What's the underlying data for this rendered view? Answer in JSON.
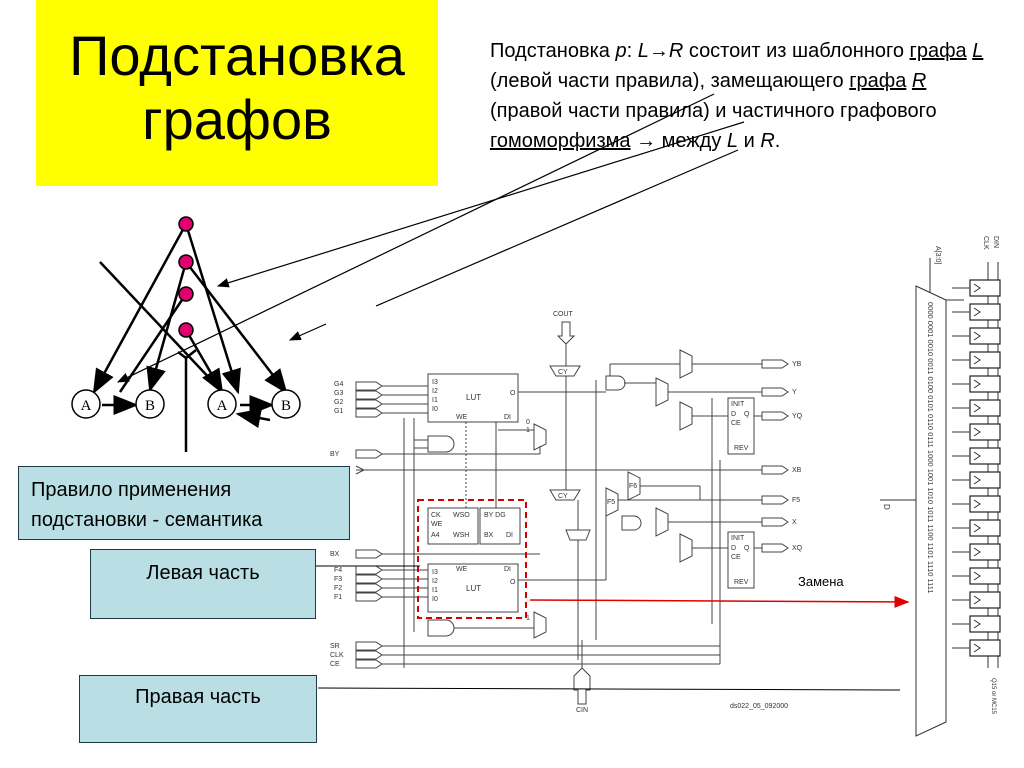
{
  "title": {
    "line1": "Подстановка",
    "line2": "графов"
  },
  "description": {
    "p1": "Подстановка ",
    "p_var": "p",
    "p2": ": ",
    "L1": "L",
    "arrow1": "→",
    "R1": "R",
    "p3": " состоит из шаблонного ",
    "graph1": "графа",
    "sp": " ",
    "L2": "L",
    "p4": " (левой части правила), замещающего ",
    "graph2": "графа",
    "R2": "R",
    "p5": " (правой части правила) и частичного графового ",
    "homo": "гомоморфизма",
    "p6": " → между ",
    "L3": "L",
    "p7": " и ",
    "R3": "R",
    "p8": "."
  },
  "semantics_box": {
    "line1": "Правило применения",
    "line2": "подстановки - семантика"
  },
  "left_box": {
    "label": "Левая часть"
  },
  "right_box": {
    "label": "Правая часть"
  },
  "replace_label": "Замена",
  "graph_nodes": {
    "a1": "A",
    "b1": "B",
    "a2": "A",
    "b2": "B"
  },
  "schematic": {
    "inputs_top": [
      "G4",
      "G3",
      "G2",
      "G1"
    ],
    "inputs_mid": [
      "BY"
    ],
    "inputs_bottom": [
      "BX",
      "F4",
      "F3",
      "F2",
      "F1"
    ],
    "inputs_ctrl": [
      "SR",
      "CLK",
      "CE"
    ],
    "outputs": [
      "YB",
      "Y",
      "YQ",
      "XB",
      "F5",
      "X",
      "XQ"
    ],
    "lut_top_pins": [
      "I3",
      "I2",
      "I1",
      "I0",
      "WE",
      "DI",
      "O"
    ],
    "lut_label": "LUT",
    "ram_pins": [
      "CK",
      "WSO",
      "WE",
      "A4",
      "WSH",
      "BY DG",
      "BX",
      "DI"
    ],
    "ff_pins": [
      "INIT",
      "D",
      "Q",
      "CE",
      "REV"
    ],
    "mux_labels": [
      "CY",
      "CY",
      "F5",
      "F6"
    ],
    "cout": "COUT",
    "cin": "CIN",
    "code": "ds022_05_092000",
    "one": "1",
    "zero": "0"
  },
  "memory": {
    "a_label": "A[3:0]",
    "din": "DIN",
    "clk": "CLK",
    "d_label": "D",
    "addresses": "0000 0001 0010 0011 0100 0101 0110 0111 1000 1001 1010 1011 1100 1101 1110 1111",
    "q_label": "Q15 or MC15"
  },
  "colors": {
    "title_bg": "#ffff00",
    "box_bg": "#b9dfe5",
    "node": "#e0006e",
    "dashed": "#d40000",
    "arrow": "#e00000"
  }
}
